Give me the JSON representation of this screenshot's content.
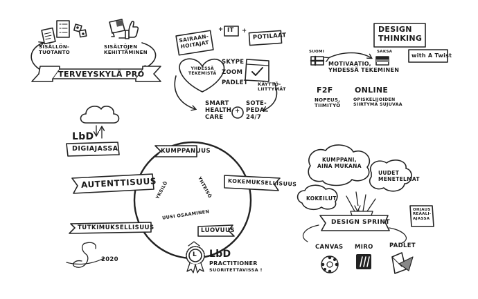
{
  "terveyskyla": {
    "left_label": "Sisällön-\ntuotanto",
    "right_label": "Sisältöjen\nkehittäminen",
    "banner": "Terveyskylä Pro"
  },
  "center_top": {
    "box1": "Sairaan-\nhoitajat",
    "plus1": "+",
    "box2": "IT",
    "plus2": "+",
    "box3": "Potilaat",
    "heart": "Yhdessä\ntekemistä",
    "tools": [
      "Skype",
      "Zoom",
      "Padlet"
    ],
    "screen_label": "Käyttö-\nliittymät",
    "smart": "Smart\nhealth\ncare",
    "plus3": "+",
    "sote": "Sote-\npeda\n24/7"
  },
  "design_thinking": {
    "title": "Design\nThinking",
    "twist": "with A Twist",
    "country1": "Suomi",
    "country2": "Saksa",
    "motivation": "Motivaatio,\nyhdessä tekeminen",
    "f2f": "F2F",
    "f2f_sub": "Nopeus,\ntiimityö",
    "online": "Online",
    "online_sub": "Opiskelijoiden\nsiirtymä sujuvaa"
  },
  "lbd_digi": {
    "logo": "LbD",
    "banner": "Digiajassa"
  },
  "cycle": {
    "top": "Kumppanuus",
    "right": "Kokemuksellisuus",
    "left": "Autenttisuus",
    "bottom_left": "Tutkimuksellisuus",
    "bottom_right": "Luovuus",
    "inner_left": "Yksilö",
    "inner_right": "Yhteisö",
    "inner_bottom": "Uusi osaaminen"
  },
  "practitioner": {
    "logo": "LbD",
    "line1": "Practitioner",
    "line2": "suoritettavissa !",
    "medal": "L"
  },
  "signature": {
    "year": "2020"
  },
  "design_sprint": {
    "cloud1": "Kumppani,\naina mukana",
    "cloud2": "Uudet\nmenetelmat",
    "cloud3": "Kokeilut",
    "banner": "Design Sprint",
    "tag": "Ohjaus\nreaali-\najassa",
    "tools": [
      "Canvas",
      "Miro",
      "Padlet"
    ]
  }
}
